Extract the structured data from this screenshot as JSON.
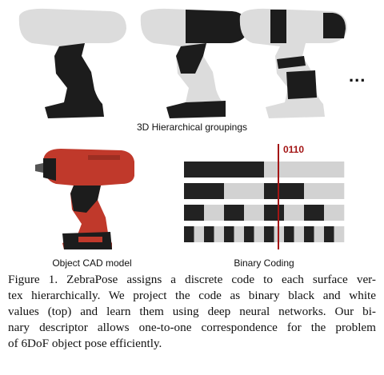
{
  "figure": {
    "groupings_label": "3D Hierarchical groupings",
    "ellipsis": "...",
    "cad_label": "Object CAD model",
    "coding_label": "Binary Coding",
    "code_value": "0110",
    "binary_rows": [
      [
        1,
        0
      ],
      [
        1,
        0,
        1,
        0
      ],
      [
        1,
        0,
        1,
        0,
        1,
        0,
        1,
        0
      ],
      [
        1,
        0,
        1,
        0,
        1,
        0,
        1,
        0,
        1,
        0,
        1,
        0,
        1,
        0,
        1,
        0
      ]
    ],
    "colors": {
      "black": "#222222",
      "gray": "#d2d2d2",
      "highlight_red": "#a31515",
      "drill_red": "#c0392b",
      "drill_black": "#1c1c1c"
    }
  },
  "caption": {
    "lines": [
      "Figure 1.  ZebraPose assigns a discrete code to each surface ver-",
      "tex hierarchically.  We project the code as binary black and white",
      "values (top) and learn them using deep neural networks.  Our bi-",
      "nary descriptor allows one-to-one correspondence for the problem",
      "of 6DoF object pose efficiently."
    ]
  }
}
